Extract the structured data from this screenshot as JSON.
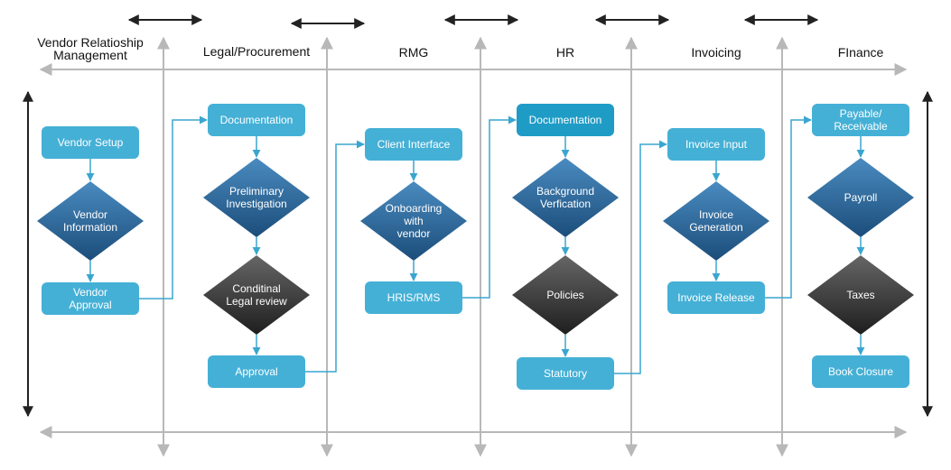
{
  "lanes": [
    {
      "title": [
        "Vendor Relatioship",
        "Management"
      ],
      "nodes": [
        {
          "shape": "rect",
          "color": "light",
          "text": [
            "Vendor Setup"
          ]
        },
        {
          "shape": "diamond",
          "color": "blue",
          "text": [
            "Vendor",
            "Information"
          ]
        },
        {
          "shape": "rect",
          "color": "light",
          "text": [
            "Vendor",
            "Approval"
          ]
        }
      ]
    },
    {
      "title": [
        "Legal/Procurement"
      ],
      "nodes": [
        {
          "shape": "rect",
          "color": "light",
          "text": [
            "Documentation"
          ]
        },
        {
          "shape": "diamond",
          "color": "blue",
          "text": [
            "Preliminary",
            "Investigation"
          ]
        },
        {
          "shape": "diamond",
          "color": "dark",
          "text": [
            "Conditinal",
            "Legal review"
          ]
        },
        {
          "shape": "rect",
          "color": "light",
          "text": [
            "Approval"
          ]
        }
      ]
    },
    {
      "title": [
        "RMG"
      ],
      "nodes": [
        {
          "shape": "rect",
          "color": "light",
          "text": [
            "Client Interface"
          ]
        },
        {
          "shape": "diamond",
          "color": "blue",
          "text": [
            "Onboarding",
            "with",
            "vendor"
          ]
        },
        {
          "shape": "rect",
          "color": "light",
          "text": [
            "HRIS/RMS"
          ]
        }
      ]
    },
    {
      "title": [
        "HR"
      ],
      "nodes": [
        {
          "shape": "rect",
          "color": "teal",
          "text": [
            "Documentation"
          ]
        },
        {
          "shape": "diamond",
          "color": "blue",
          "text": [
            "Background",
            "Verfication"
          ]
        },
        {
          "shape": "diamond",
          "color": "dark",
          "text": [
            "Policies"
          ]
        },
        {
          "shape": "rect",
          "color": "light",
          "text": [
            "Statutory"
          ]
        }
      ]
    },
    {
      "title": [
        "Invoicing"
      ],
      "nodes": [
        {
          "shape": "rect",
          "color": "light",
          "text": [
            "Invoice Input"
          ]
        },
        {
          "shape": "diamond",
          "color": "blue",
          "text": [
            "Invoice",
            "Generation"
          ]
        },
        {
          "shape": "rect",
          "color": "light",
          "text": [
            "Invoice Release"
          ]
        }
      ]
    },
    {
      "title": [
        "FInance"
      ],
      "nodes": [
        {
          "shape": "rect",
          "color": "light",
          "text": [
            "Payable/",
            "Receivable"
          ]
        },
        {
          "shape": "diamond",
          "color": "blue",
          "text": [
            "Payroll"
          ]
        },
        {
          "shape": "diamond",
          "color": "dark",
          "text": [
            "Taxes"
          ]
        },
        {
          "shape": "rect",
          "color": "light",
          "text": [
            "Book Closure"
          ]
        }
      ]
    }
  ],
  "colors": {
    "rect_light": "#45b0d6",
    "rect_teal": "#1f9cc6",
    "diamond_blue_top": "#4a8bc0",
    "diamond_blue_bottom": "#1b4d7a",
    "diamond_dark_top": "#666666",
    "diamond_dark_bottom": "#1e1e1e",
    "connector": "#3aa6d0",
    "guide": "#b8b8b8",
    "axis": "#222222"
  }
}
